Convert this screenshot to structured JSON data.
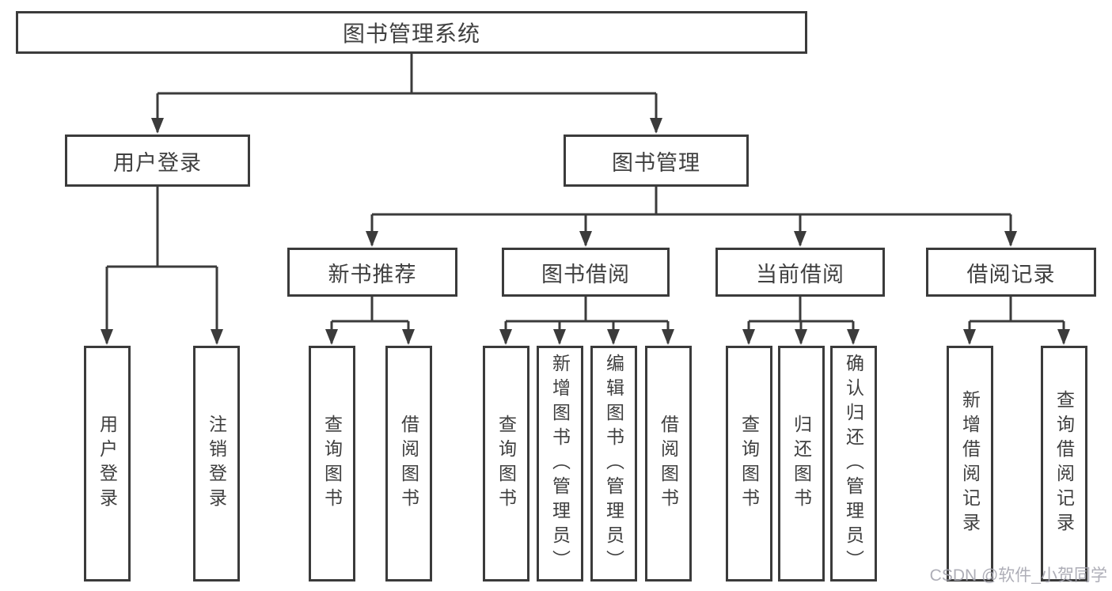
{
  "diagram": {
    "root": {
      "label": "图书管理系统"
    },
    "branches": [
      {
        "label": "用户登录",
        "children": [
          {
            "label": "用户登录"
          },
          {
            "label": "注销登录"
          }
        ]
      },
      {
        "label": "图书管理",
        "children": [
          {
            "label": "新书推荐",
            "children": [
              {
                "label": "查询图书"
              },
              {
                "label": "借阅图书"
              }
            ]
          },
          {
            "label": "图书借阅",
            "children": [
              {
                "label": "查询图书"
              },
              {
                "label": "新增图书（管理员）"
              },
              {
                "label": "编辑图书（管理员）"
              },
              {
                "label": "借阅图书"
              }
            ]
          },
          {
            "label": "当前借阅",
            "children": [
              {
                "label": "查询图书"
              },
              {
                "label": "归还图书"
              },
              {
                "label": "确认归还（管理员）"
              }
            ]
          },
          {
            "label": "借阅记录",
            "children": [
              {
                "label": "新增借阅记录"
              },
              {
                "label": "查询借阅记录"
              }
            ]
          }
        ]
      }
    ]
  },
  "watermark": {
    "text": "CSDN @软件_小贺同学"
  },
  "colors": {
    "line": "#3b3b3b",
    "text": "#3f3f3f",
    "watermark": "#a5a5af",
    "background": "#ffffff"
  }
}
